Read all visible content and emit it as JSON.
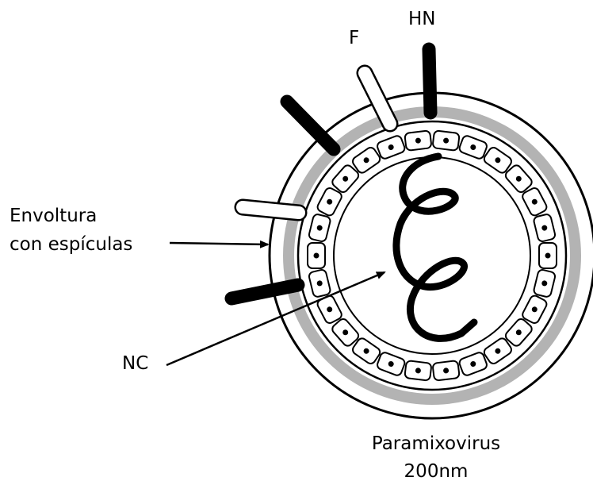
{
  "labels": {
    "hn": "HN",
    "f": "F",
    "envelope_line1": "Envoltura",
    "envelope_line2": "con espículas",
    "nc": "NC",
    "title": "Paramixovirus",
    "size": "200nm"
  },
  "colors": {
    "ink": "#000000",
    "matrix_layer": "#b3b3b3",
    "background": "#ffffff"
  }
}
